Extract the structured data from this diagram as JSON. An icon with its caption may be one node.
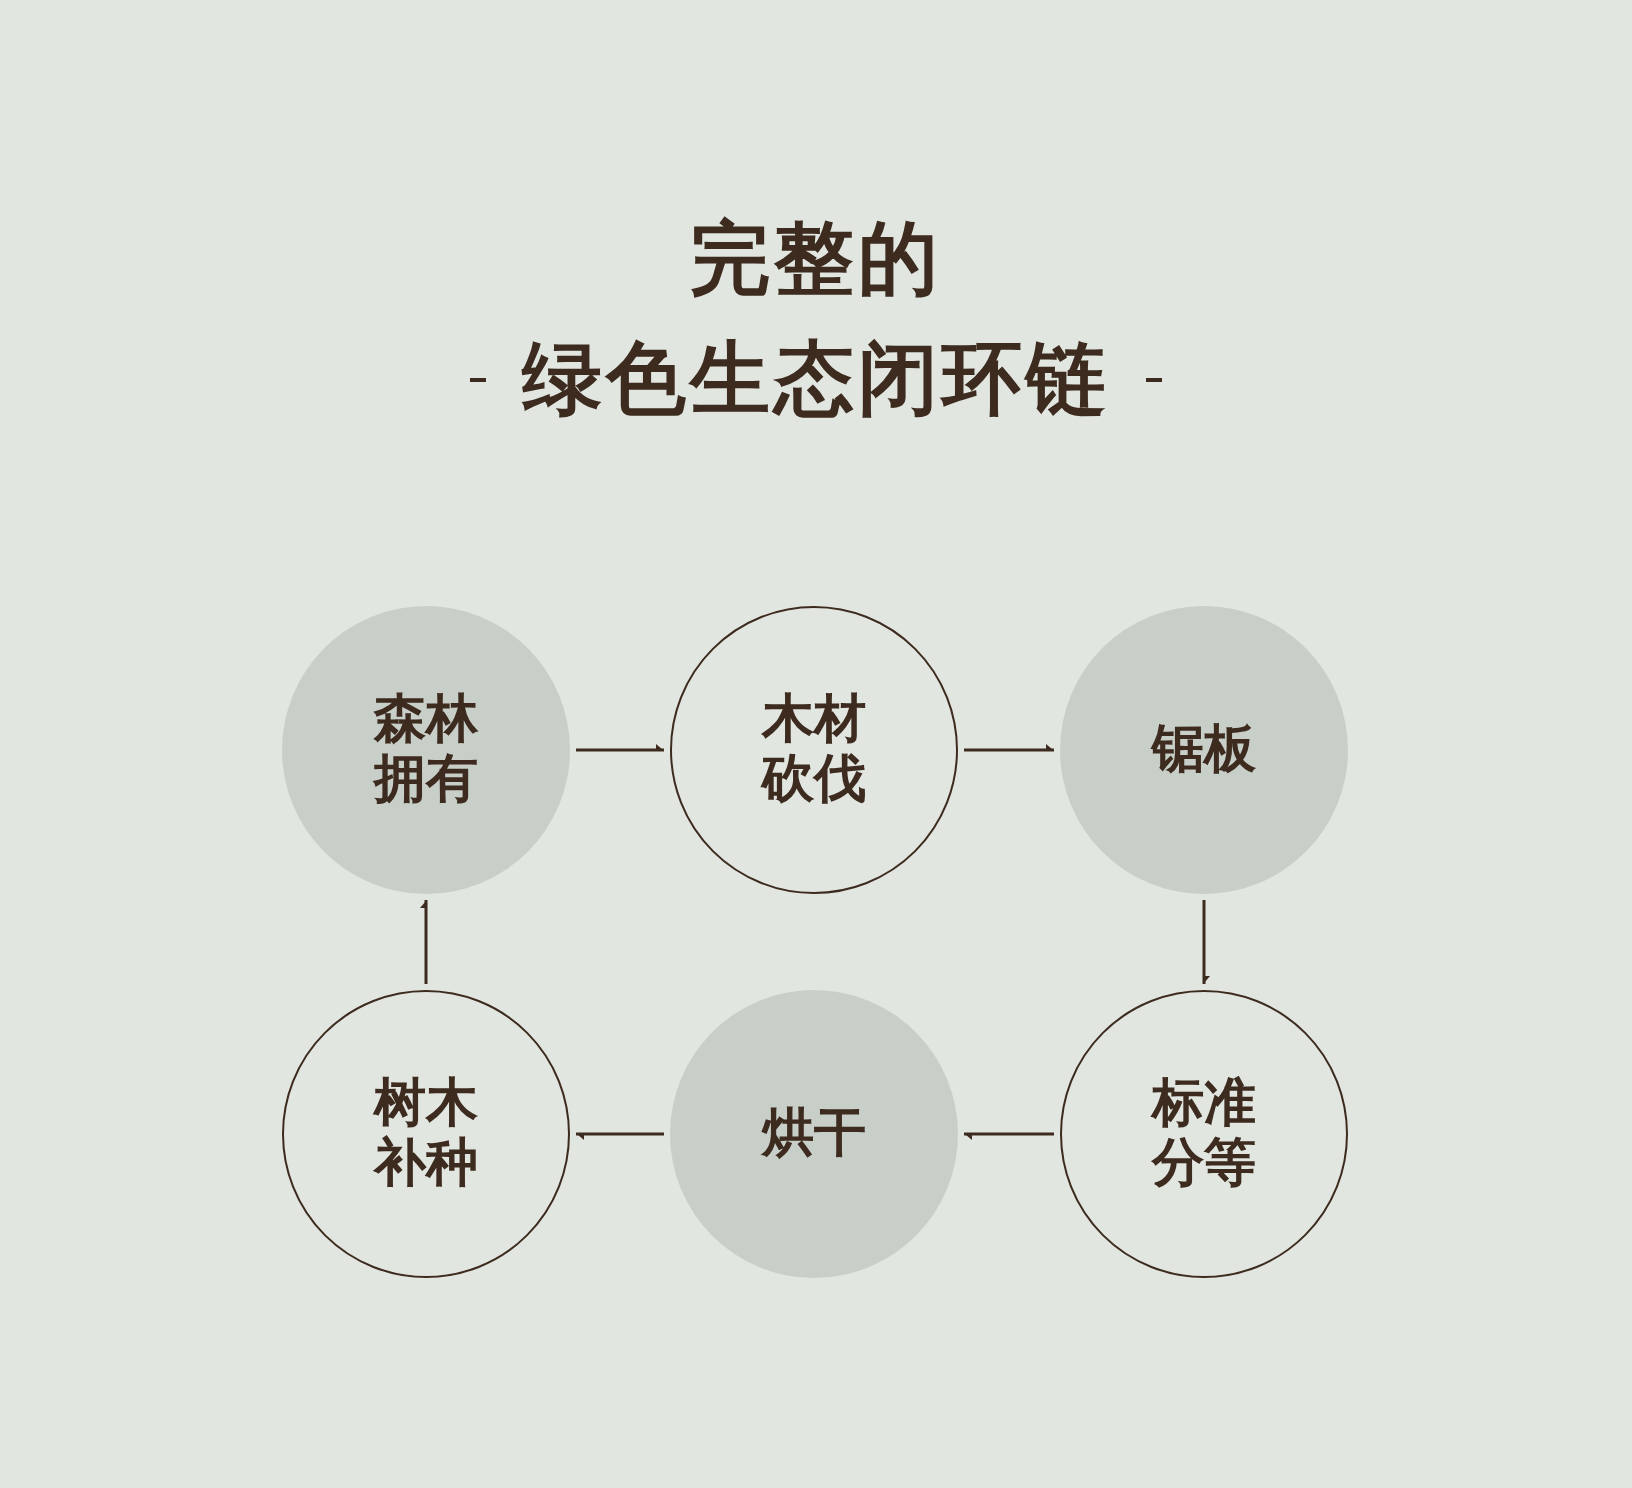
{
  "diagram": {
    "title": "完整的",
    "nodes": [
      {
        "text": [
          "森林拥有"
        ]
      },
      {
        "text": [
          "木材砍伐"
        ]
      },
      {
        "text": [
          "锯板"
        ]
      },
      {
        "text": [
          "标准分等"
        ]
      },
      {
        "text": [
          "烘干"
        ]
      },
      {
        "text": [
          "树木补种"
        ]
      }
    ],
    "edges": [
      {
        "from": 0,
        "to": 1,
        "arrow": "to"
      },
      {
        "from": 1,
        "to": 2,
        "arrow": "to"
      },
      {
        "from": 2,
        "to": 3,
        "arrow": "to"
      },
      {
        "from": 3,
        "to": 4,
        "arrow": "to"
      },
      {
        "from": 4,
        "to": 5,
        "arrow": "to"
      },
      {
        "from": 5,
        "to": 0,
        "arrow": "to"
      }
    ],
    "labels": [
      "绿色生态闭环链"
    ]
  }
}
